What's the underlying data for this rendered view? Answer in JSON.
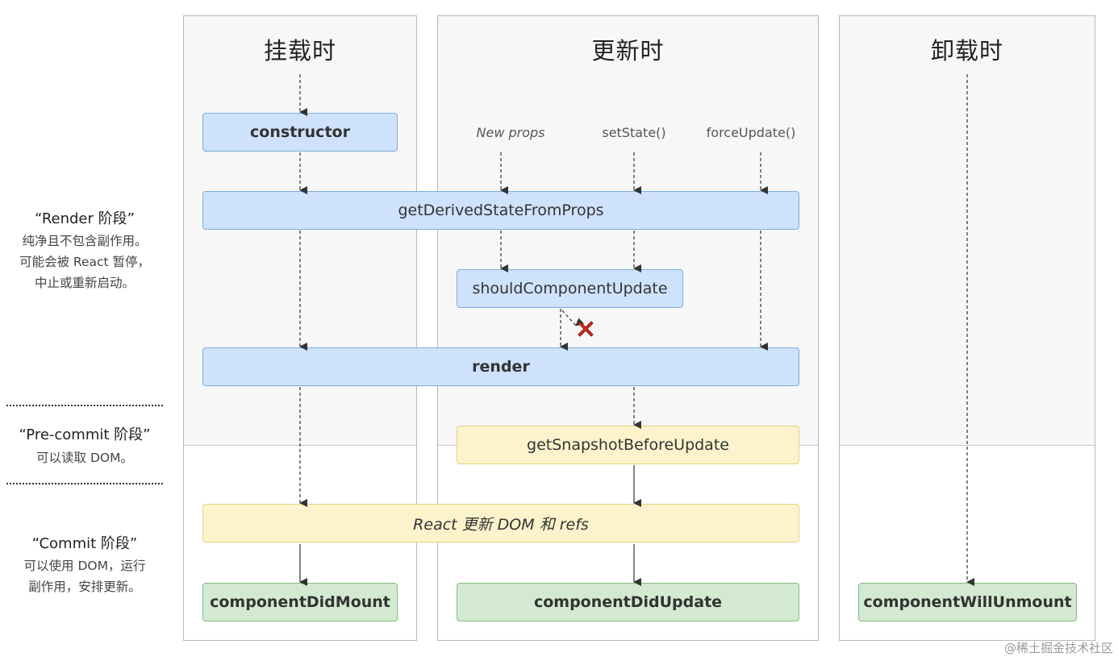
{
  "columns": {
    "mount": {
      "title": "挂载时"
    },
    "update": {
      "title": "更新时"
    },
    "unmount": {
      "title": "卸载时"
    }
  },
  "stages": {
    "render": {
      "heading": "“Render 阶段”",
      "lines": [
        "纯净且不包含副作用。",
        "可能会被 React 暂停，",
        "中止或重新启动。"
      ]
    },
    "precommit": {
      "heading": "“Pre-commit 阶段”",
      "lines": [
        "可以读取 DOM。"
      ]
    },
    "commit": {
      "heading": "“Commit 阶段”",
      "lines": [
        "可以使用 DOM，运行",
        "副作用，安排更新。"
      ]
    }
  },
  "triggers": {
    "new_props": "New props",
    "set_state": "setState()",
    "force_update": "forceUpdate()"
  },
  "methods": {
    "constructor": "constructor",
    "get_derived_state": "getDerivedStateFromProps",
    "should_component_update": "shouldComponentUpdate",
    "render": "render",
    "get_snapshot": "getSnapshotBeforeUpdate",
    "react_updates_dom": "React 更新 DOM 和 refs",
    "component_did_mount": "componentDidMount",
    "component_did_update": "componentDidUpdate",
    "component_will_unmount": "componentWillUnmount"
  },
  "icons": {
    "cancel": "cross-mark-icon"
  },
  "colors": {
    "render_phase_fill": "#cfe2fb",
    "precommit_fill": "#fcf3cd",
    "commit_fill": "#d4e9d1",
    "cancel_red": "#e0301e"
  },
  "watermark": "@稀土掘金技术社区"
}
